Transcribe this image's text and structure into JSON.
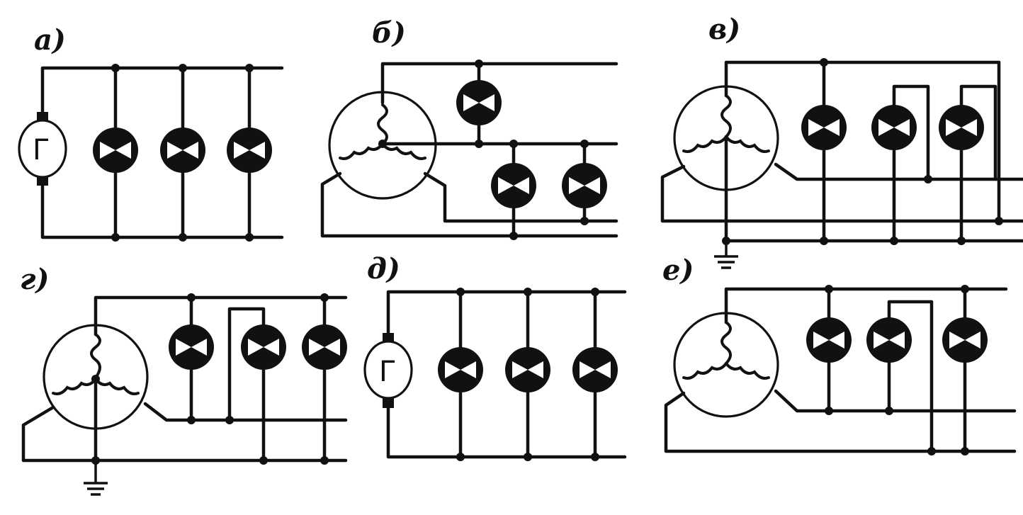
{
  "panels": [
    {
      "id": "a",
      "label": "а)"
    },
    {
      "id": "b",
      "label": "б)"
    },
    {
      "id": "v",
      "label": "в)"
    },
    {
      "id": "g",
      "label": "г)"
    },
    {
      "id": "d",
      "label": "д)"
    },
    {
      "id": "e",
      "label": "е)"
    }
  ],
  "dc_generator_symbol": "Г",
  "colors": {
    "ink": "#111111",
    "paper": "#ffffff"
  }
}
